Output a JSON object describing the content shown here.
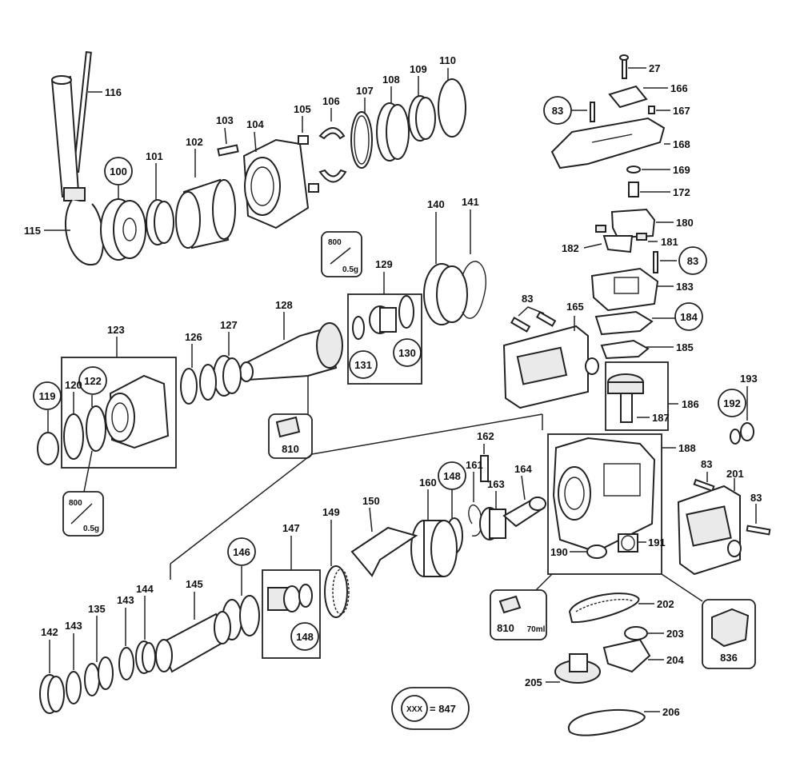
{
  "labels": {
    "p27": "27",
    "p166": "166",
    "p83a": "83",
    "p167": "167",
    "p168": "168",
    "p169": "169",
    "p172": "172",
    "p180": "180",
    "p182": "182",
    "p181": "181",
    "p83b": "83",
    "p183": "183",
    "p184": "184",
    "p185": "185",
    "p83c": "83",
    "p165": "165",
    "p186": "186",
    "p187": "187",
    "p193": "193",
    "p192": "192",
    "p188": "188",
    "p83d": "83",
    "p201": "201",
    "p83e": "83",
    "p191": "191",
    "p190": "190",
    "p202": "202",
    "p203": "203",
    "p204": "204",
    "p205": "205",
    "p206": "206",
    "p836": "836",
    "p810b": "810",
    "ml70": "70ml",
    "p116": "116",
    "p115": "115",
    "p100": "100",
    "p101": "101",
    "p102": "102",
    "p103": "103",
    "p104": "104",
    "p105": "105",
    "p106": "106",
    "p107": "107",
    "p108": "108",
    "p109": "109",
    "p110": "110",
    "p140": "140",
    "p141": "141",
    "p129": "129",
    "p131": "131",
    "p130": "130",
    "p800a": "800",
    "g05a": "0.5g",
    "p128": "128",
    "p127": "127",
    "p126": "126",
    "p123": "123",
    "p119": "119",
    "p120": "120",
    "p122": "122",
    "p800b": "800",
    "g05b": "0.5g",
    "p810a": "810",
    "p162": "162",
    "p161": "161",
    "p160": "160",
    "p148a": "148",
    "p163": "163",
    "p164": "164",
    "p150": "150",
    "p149": "149",
    "p147": "147",
    "p148b": "148",
    "p146": "146",
    "p145": "145",
    "p144": "144",
    "p143a": "143",
    "p143b": "143",
    "p135": "135",
    "p142": "142",
    "xxx": "XXX",
    "eq847": "= 847"
  }
}
